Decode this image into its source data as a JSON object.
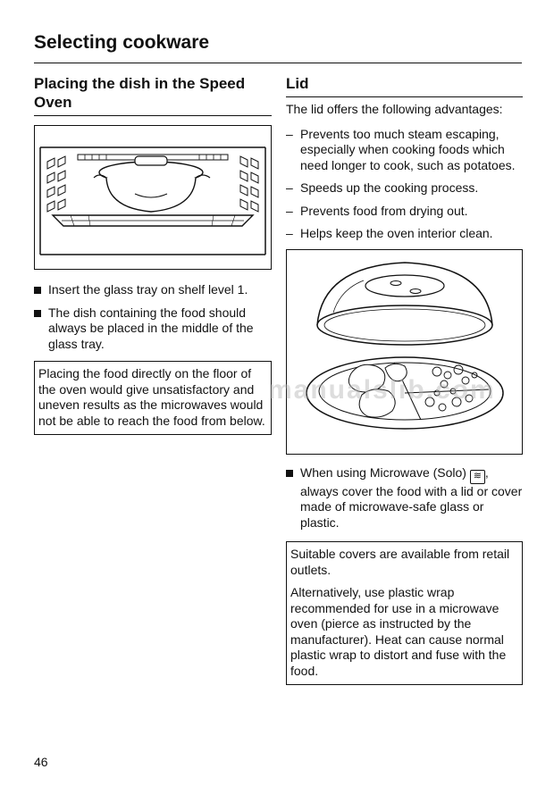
{
  "header": {
    "title": "Selecting cookware"
  },
  "left": {
    "heading": "Placing the dish in the Speed Oven",
    "bullets": [
      "Insert the glass tray on shelf level 1.",
      "The dish containing the food should always be placed in the middle of the glass tray."
    ],
    "note": "Placing the food directly on the floor of the oven would give unsatisfactory and uneven results as the microwaves would not be able to reach the food from below."
  },
  "right": {
    "heading": "Lid",
    "intro": "The lid offers the following advantages:",
    "advantages": [
      "Prevents too much steam escaping, especially when cooking foods which need longer to cook, such as potatoes.",
      "Speeds up the cooking process.",
      "Prevents food from drying out.",
      "Helps keep the oven interior clean."
    ],
    "bullet_before_icon": "When using Microwave (Solo)",
    "bullet_after_icon": ", always cover the food with a lid or cover made of microwave-safe glass or plastic.",
    "note_paragraphs": [
      "Suitable covers are available from retail outlets.",
      "Alternatively, use plastic wrap recommended for use in a microwave oven (pierce as instructed by the manufacturer). Heat can cause normal plastic wrap to distort and fuse with the food."
    ]
  },
  "footer": {
    "page_number": "46"
  },
  "watermark": "manualslib.com",
  "icons": {
    "microwave_symbol": "≋"
  }
}
